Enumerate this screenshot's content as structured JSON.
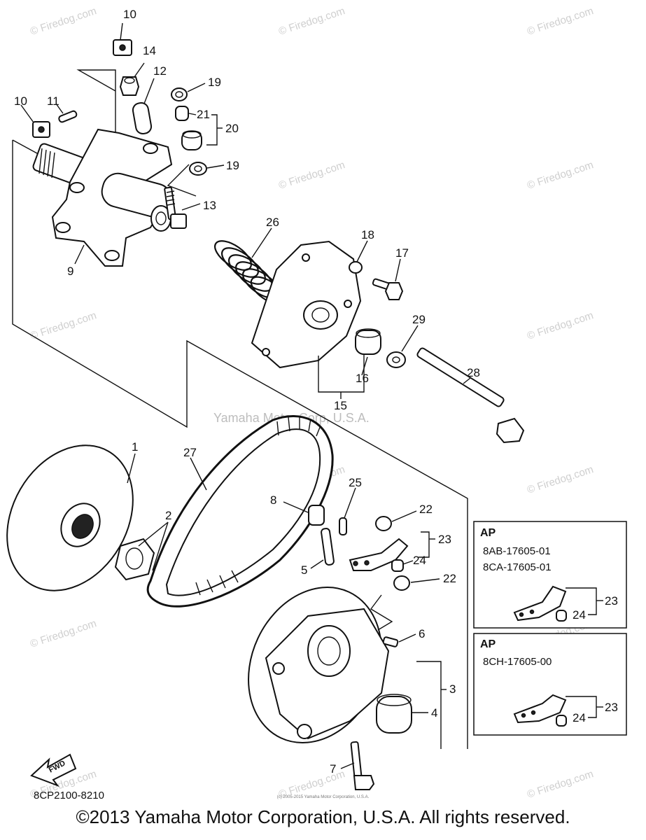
{
  "callouts": {
    "n1": "1",
    "n2": "2",
    "n3": "3",
    "n4": "4",
    "n5": "5",
    "n6": "6",
    "n7": "7",
    "n8": "8",
    "n9": "9",
    "n10a": "10",
    "n10b": "10",
    "n11": "11",
    "n12": "12",
    "n13": "13",
    "n14": "14",
    "n15": "15",
    "n16": "16",
    "n17": "17",
    "n18": "18",
    "n19a": "19",
    "n19b": "19",
    "n20": "20",
    "n21": "21",
    "n22a": "22",
    "n22b": "22",
    "n23a": "23",
    "n23b": "23",
    "n23c": "23",
    "n24a": "24",
    "n24b": "24",
    "n24c": "24",
    "n25": "25",
    "n26": "26",
    "n27": "27",
    "n28": "28",
    "n29": "29"
  },
  "box1": {
    "title": "AP",
    "line1": "8AB-17605-01",
    "line2": "8CA-17605-01"
  },
  "box2": {
    "title": "AP",
    "line1": "8CH-17605-00"
  },
  "fwd_label": "FWD",
  "diagram_code": "8CP2100-8210",
  "center_watermark": "Yamaha Motor Corp, U.S.A.",
  "watermark": "© Firedog.com",
  "tiny_copyright": "(c) 2005-2015 Yamaha Motor Corporation, U.S.A.",
  "copyright": "©2013 Yamaha Motor Corporation, U.S.A. All rights reserved."
}
